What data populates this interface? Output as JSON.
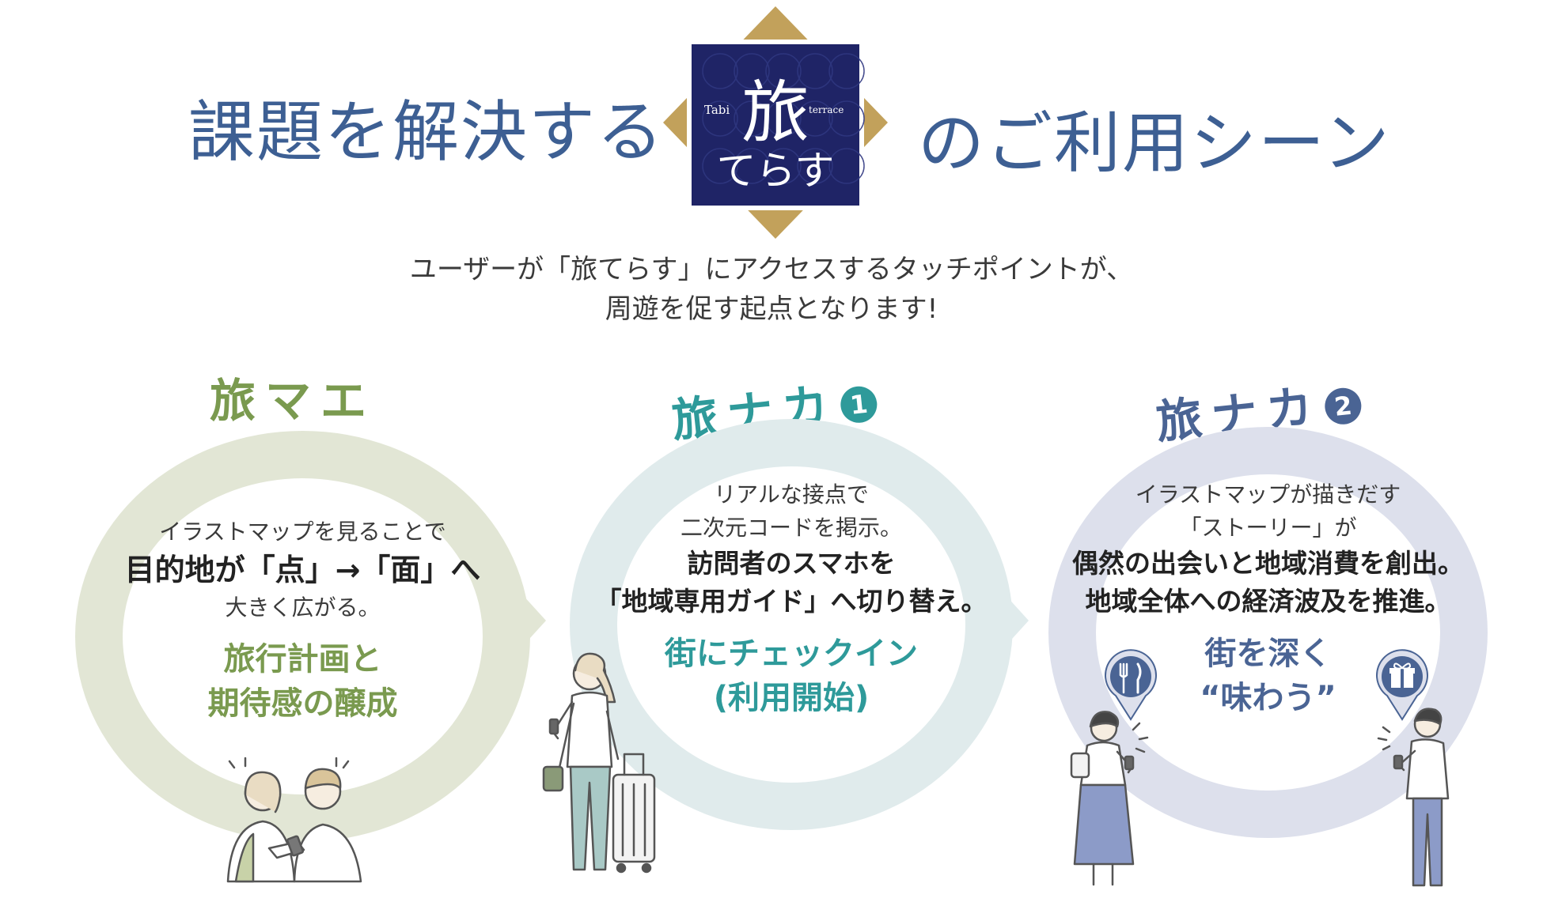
{
  "header": {
    "left_title": "課題を解決する",
    "right_title": "のご利用シーン",
    "logo": {
      "kanji": "旅",
      "kana": "てらす",
      "latin_left": "Tabi",
      "latin_right": "terrace"
    }
  },
  "intro": {
    "line1": "ユーザーが「旅てらす」にアクセスするタッチポイントが、",
    "line2": "周遊を促す起点となります!"
  },
  "phases": [
    {
      "title": "旅マエ",
      "lines": [
        "イラストマップを見ることで"
      ],
      "bold_lines": [
        "目的地が「点」→「面」へ"
      ],
      "after_lines": [
        "大きく広がる。"
      ],
      "accent_lines": [
        "旅行計画と",
        "期待感の醸成"
      ],
      "accent_color": "#7a9a4f"
    },
    {
      "title": "旅ナカ",
      "number": "1",
      "lines": [
        "リアルな接点で",
        "二次元コードを掲示。"
      ],
      "bold_lines": [
        "訪問者のスマホを",
        "「地域専用ガイド」へ切り替え。"
      ],
      "after_lines": [],
      "accent_lines": [
        "街にチェックイン",
        "(利用開始)"
      ],
      "accent_color": "#2e9a9a"
    },
    {
      "title": "旅ナカ",
      "number": "2",
      "lines": [
        "イラストマップが描きだす",
        "「ストーリー」が"
      ],
      "bold_lines": [
        "偶然の出会いと地域消費を創出。",
        "地域全体への経済波及を推進。"
      ],
      "after_lines": [],
      "accent_lines": [
        "街を深く",
        "“味わう”"
      ],
      "accent_color": "#4a6494"
    }
  ],
  "icons": [
    "restaurant-icon",
    "gift-icon"
  ],
  "colors": {
    "headline": "#3d5f93",
    "gold": "#c2a15b",
    "navy": "#1f2466",
    "ring1": "#e2e6d5",
    "ring2": "#e0ebec",
    "ring3": "#dde0ec"
  }
}
